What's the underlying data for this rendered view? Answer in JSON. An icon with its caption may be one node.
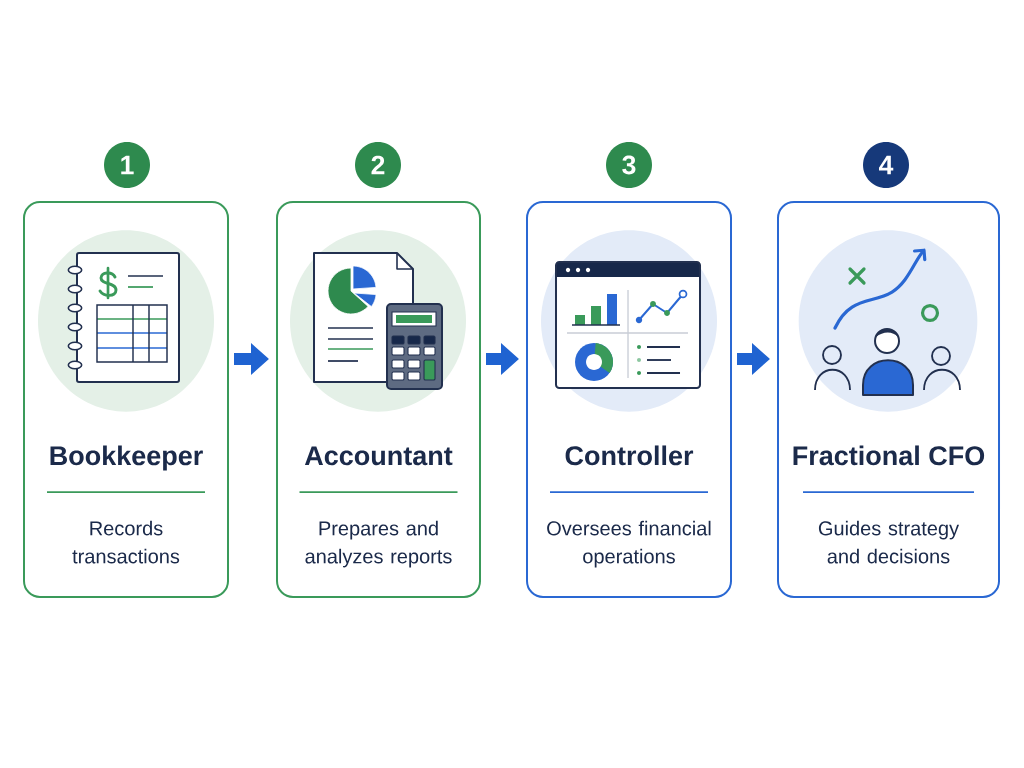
{
  "diagram": {
    "nodes": [
      {
        "text": [
          "1"
        ]
      },
      {
        "text": [
          "Bookkeeper",
          "Records transactions"
        ]
      },
      {
        "text": [
          "2"
        ]
      },
      {
        "text": [
          "Accountant",
          "Prepares and analyzes reports"
        ]
      },
      {
        "text": [
          "3"
        ]
      },
      {
        "text": [
          "Controller",
          "Oversees financial operations"
        ]
      },
      {
        "text": [
          "4"
        ]
      },
      {
        "text": [
          "Fractional CFO",
          "Guides strategy and decisions"
        ]
      }
    ],
    "edges": [
      {
        "from": 1,
        "to": 3,
        "arrow": "to"
      },
      {
        "from": 3,
        "to": 5,
        "arrow": "to"
      },
      {
        "from": 5,
        "to": 7,
        "arrow": "to"
      }
    ]
  }
}
